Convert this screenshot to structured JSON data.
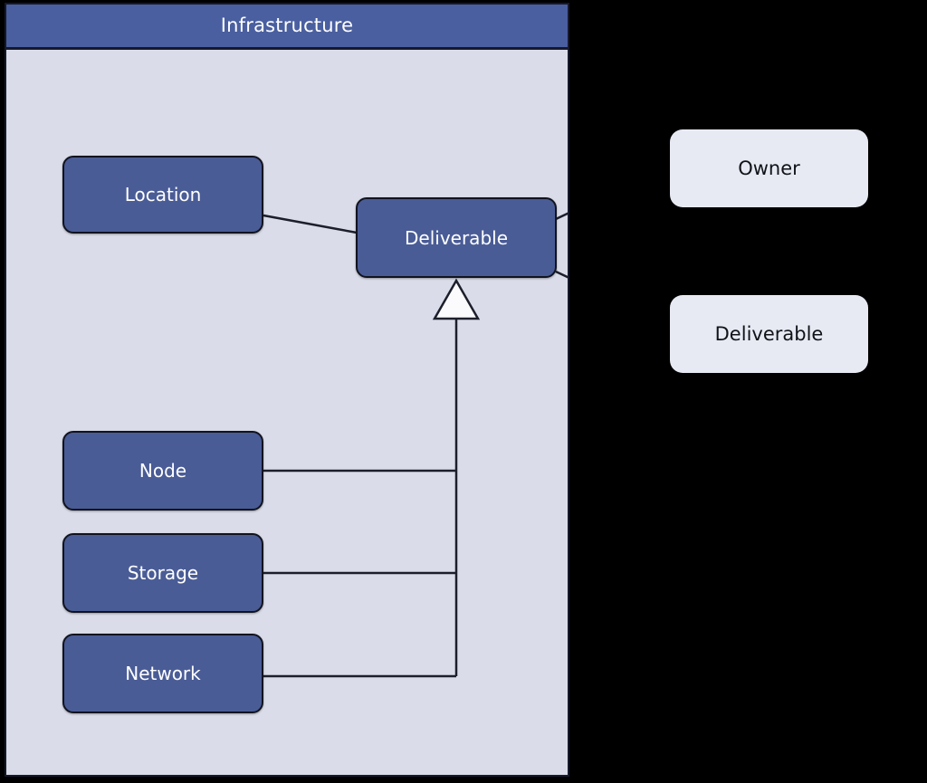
{
  "diagram": {
    "type": "uml-class-diagram",
    "background_color": "#000000"
  },
  "package": {
    "title": "Infrastructure",
    "header_color": "#4a5fa0",
    "body_color": "#dadde9",
    "border_color": "#16192b"
  },
  "classes": [
    {
      "id": "location",
      "label": "Location",
      "fill": "#4a5c96",
      "text_color": "#ffffff"
    },
    {
      "id": "deliverable",
      "label": "Deliverable",
      "fill": "#4a5c96",
      "text_color": "#ffffff"
    },
    {
      "id": "node",
      "label": "Node",
      "fill": "#4a5c96",
      "text_color": "#ffffff"
    },
    {
      "id": "storage",
      "label": "Storage",
      "fill": "#4a5c96",
      "text_color": "#ffffff"
    },
    {
      "id": "network",
      "label": "Network",
      "fill": "#4a5c96",
      "text_color": "#ffffff"
    }
  ],
  "external_classes": [
    {
      "id": "owner",
      "label": "Owner",
      "fill": "#e7eaf3",
      "text_color": "#111318"
    },
    {
      "id": "deliverable-ext",
      "label": "Deliverable",
      "fill": "#e7eaf3",
      "text_color": "#111318"
    }
  ],
  "relationships": [
    {
      "type": "association",
      "from": "Location",
      "to": "Deliverable"
    },
    {
      "type": "generalization",
      "from": "Node",
      "to": "Deliverable"
    },
    {
      "type": "generalization",
      "from": "Storage",
      "to": "Deliverable"
    },
    {
      "type": "generalization",
      "from": "Network",
      "to": "Deliverable"
    },
    {
      "type": "association",
      "from": "Deliverable",
      "to": "(clipped right)"
    },
    {
      "type": "association",
      "from": "Deliverable",
      "to": "(clipped right)"
    }
  ]
}
